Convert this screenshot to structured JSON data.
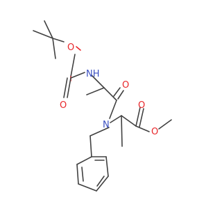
{
  "molecule": {
    "atoms": {
      "o_boc_ester": "O",
      "o_boc_carbonyl": "O",
      "n_amide_h": "NH",
      "o_amide_carbonyl": "O",
      "n_tertiary": "N",
      "o_ester_carbonyl": "O",
      "o_ester_methoxy": "O"
    }
  },
  "colors": {
    "bond": "#404040",
    "oxygen": "#e8262a",
    "nitrogen": "#3a4fc1",
    "background": "#ffffff"
  }
}
